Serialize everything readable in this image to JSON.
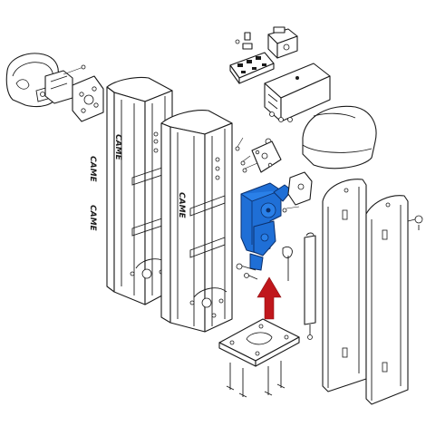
{
  "brand": {
    "cabinet_left_marks": [
      "CAME",
      "CAME",
      "CAME"
    ],
    "cabinet_right_marks": [
      "CAME"
    ]
  },
  "colors": {
    "highlight": "#1f6fd6",
    "arrow": "#c0171c",
    "line": "#1a1a1a",
    "background": "#ffffff"
  },
  "highlighted_part": "gearmotor",
  "indicator_icon": "arrow-up-icon"
}
